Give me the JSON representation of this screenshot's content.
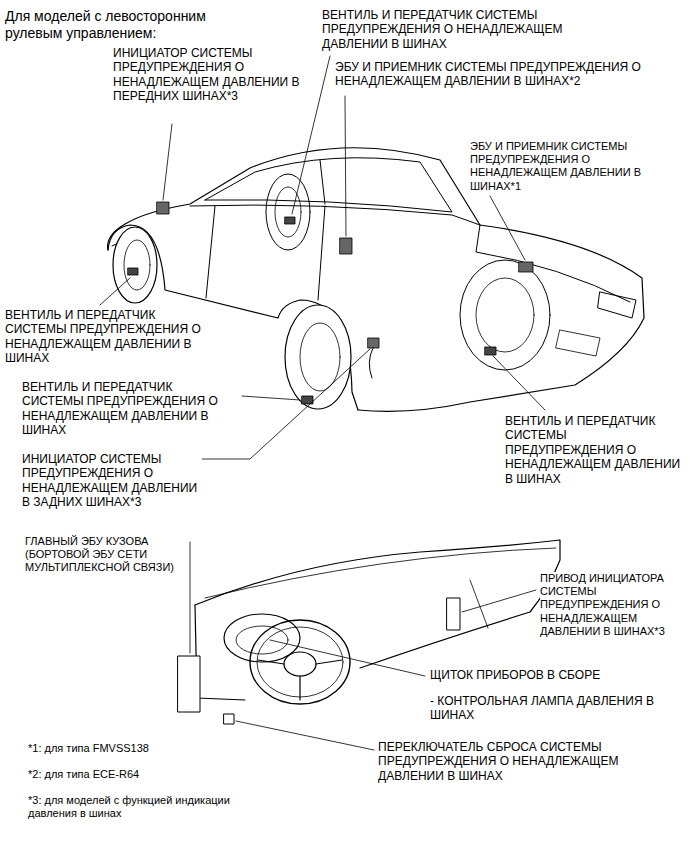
{
  "diagram": {
    "title": "Для моделей с левосторонним рулевым управлением:",
    "labels": [
      "ИНИЦИАТОР СИСТЕМЫ ПРЕДУПРЕЖДЕНИЯ О НЕНАДЛЕЖАЩЕМ ДАВЛЕНИИ В ПЕРЕДНИХ ШИНАХ*3",
      "ВЕНТИЛЬ И ПЕРЕДАТЧИК СИСТЕМЫ ПРЕДУПРЕЖДЕНИЯ О НЕНАДЛЕЖАЩЕМ ДАВЛЕНИИ В ШИНАХ",
      "ЭБУ И ПРИЕМНИК СИСТЕМЫ ПРЕДУПРЕЖДЕНИЯ О НЕНАДЛЕЖАЩЕМ ДАВЛЕНИИ В ШИНАХ*2",
      "ЭБУ И ПРИЕМНИК СИСТЕМЫ ПРЕДУПРЕЖДЕНИЯ О НЕНАДЛЕЖАЩЕМ ДАВЛЕНИИ В ШИНАХ*1",
      "ВЕНТИЛЬ И ПЕРЕДАТЧИК СИСТЕМЫ ПРЕДУПРЕЖДЕНИЯ О НЕНАДЛЕЖАЩЕМ ДАВЛЕНИИ В ШИНАХ",
      "ВЕНТИЛЬ И ПЕРЕДАТЧИК СИСТЕМЫ ПРЕДУПРЕЖДЕНИЯ О НЕНАДЛЕЖАЩЕМ ДАВЛЕНИИ В ШИНАХ",
      "ВЕНТИЛЬ И ПЕРЕДАТЧИК СИСТЕМЫ ПРЕДУПРЕЖДЕНИЯ О НЕНАДЛЕЖАЩЕМ ДАВЛЕНИИ В ШИНАХ",
      "ИНИЦИАТОР СИСТЕМЫ ПРЕДУПРЕЖДЕНИЯ О НЕНАДЛЕЖАЩЕМ ДАВЛЕНИИ В ЗАДНИХ ШИНАХ*3",
      "ГЛАВНЫЙ ЭБУ КУЗОВА (БОРТОВОЙ ЭБУ СЕТИ МУЛЬТИПЛЕКСНОЙ СВЯЗИ)",
      "ПРИВОД ИНИЦИАТОРА СИСТЕМЫ ПРЕДУПРЕЖДЕНИЯ О НЕНАДЛЕЖАЩЕМ ДАВЛЕНИИ В ШИНАХ*3",
      "ЩИТОК ПРИБОРОВ В СБОРЕ",
      "- КОНТРОЛЬНАЯ ЛАМПА ДАВЛЕНИЯ В ШИНАХ",
      "ПЕРЕКЛЮЧАТЕЛЬ СБРОСА СИСТЕМЫ ПРЕДУПРЕЖДЕНИЯ О НЕНАДЛЕЖАЩЕМ ДАВЛЕНИИ В ШИНАХ",
      "*1: для типа FMVSS138",
      "*2: для типа ECE-R64",
      "*3: для моделей с функцией индикации давления в шинах"
    ]
  }
}
